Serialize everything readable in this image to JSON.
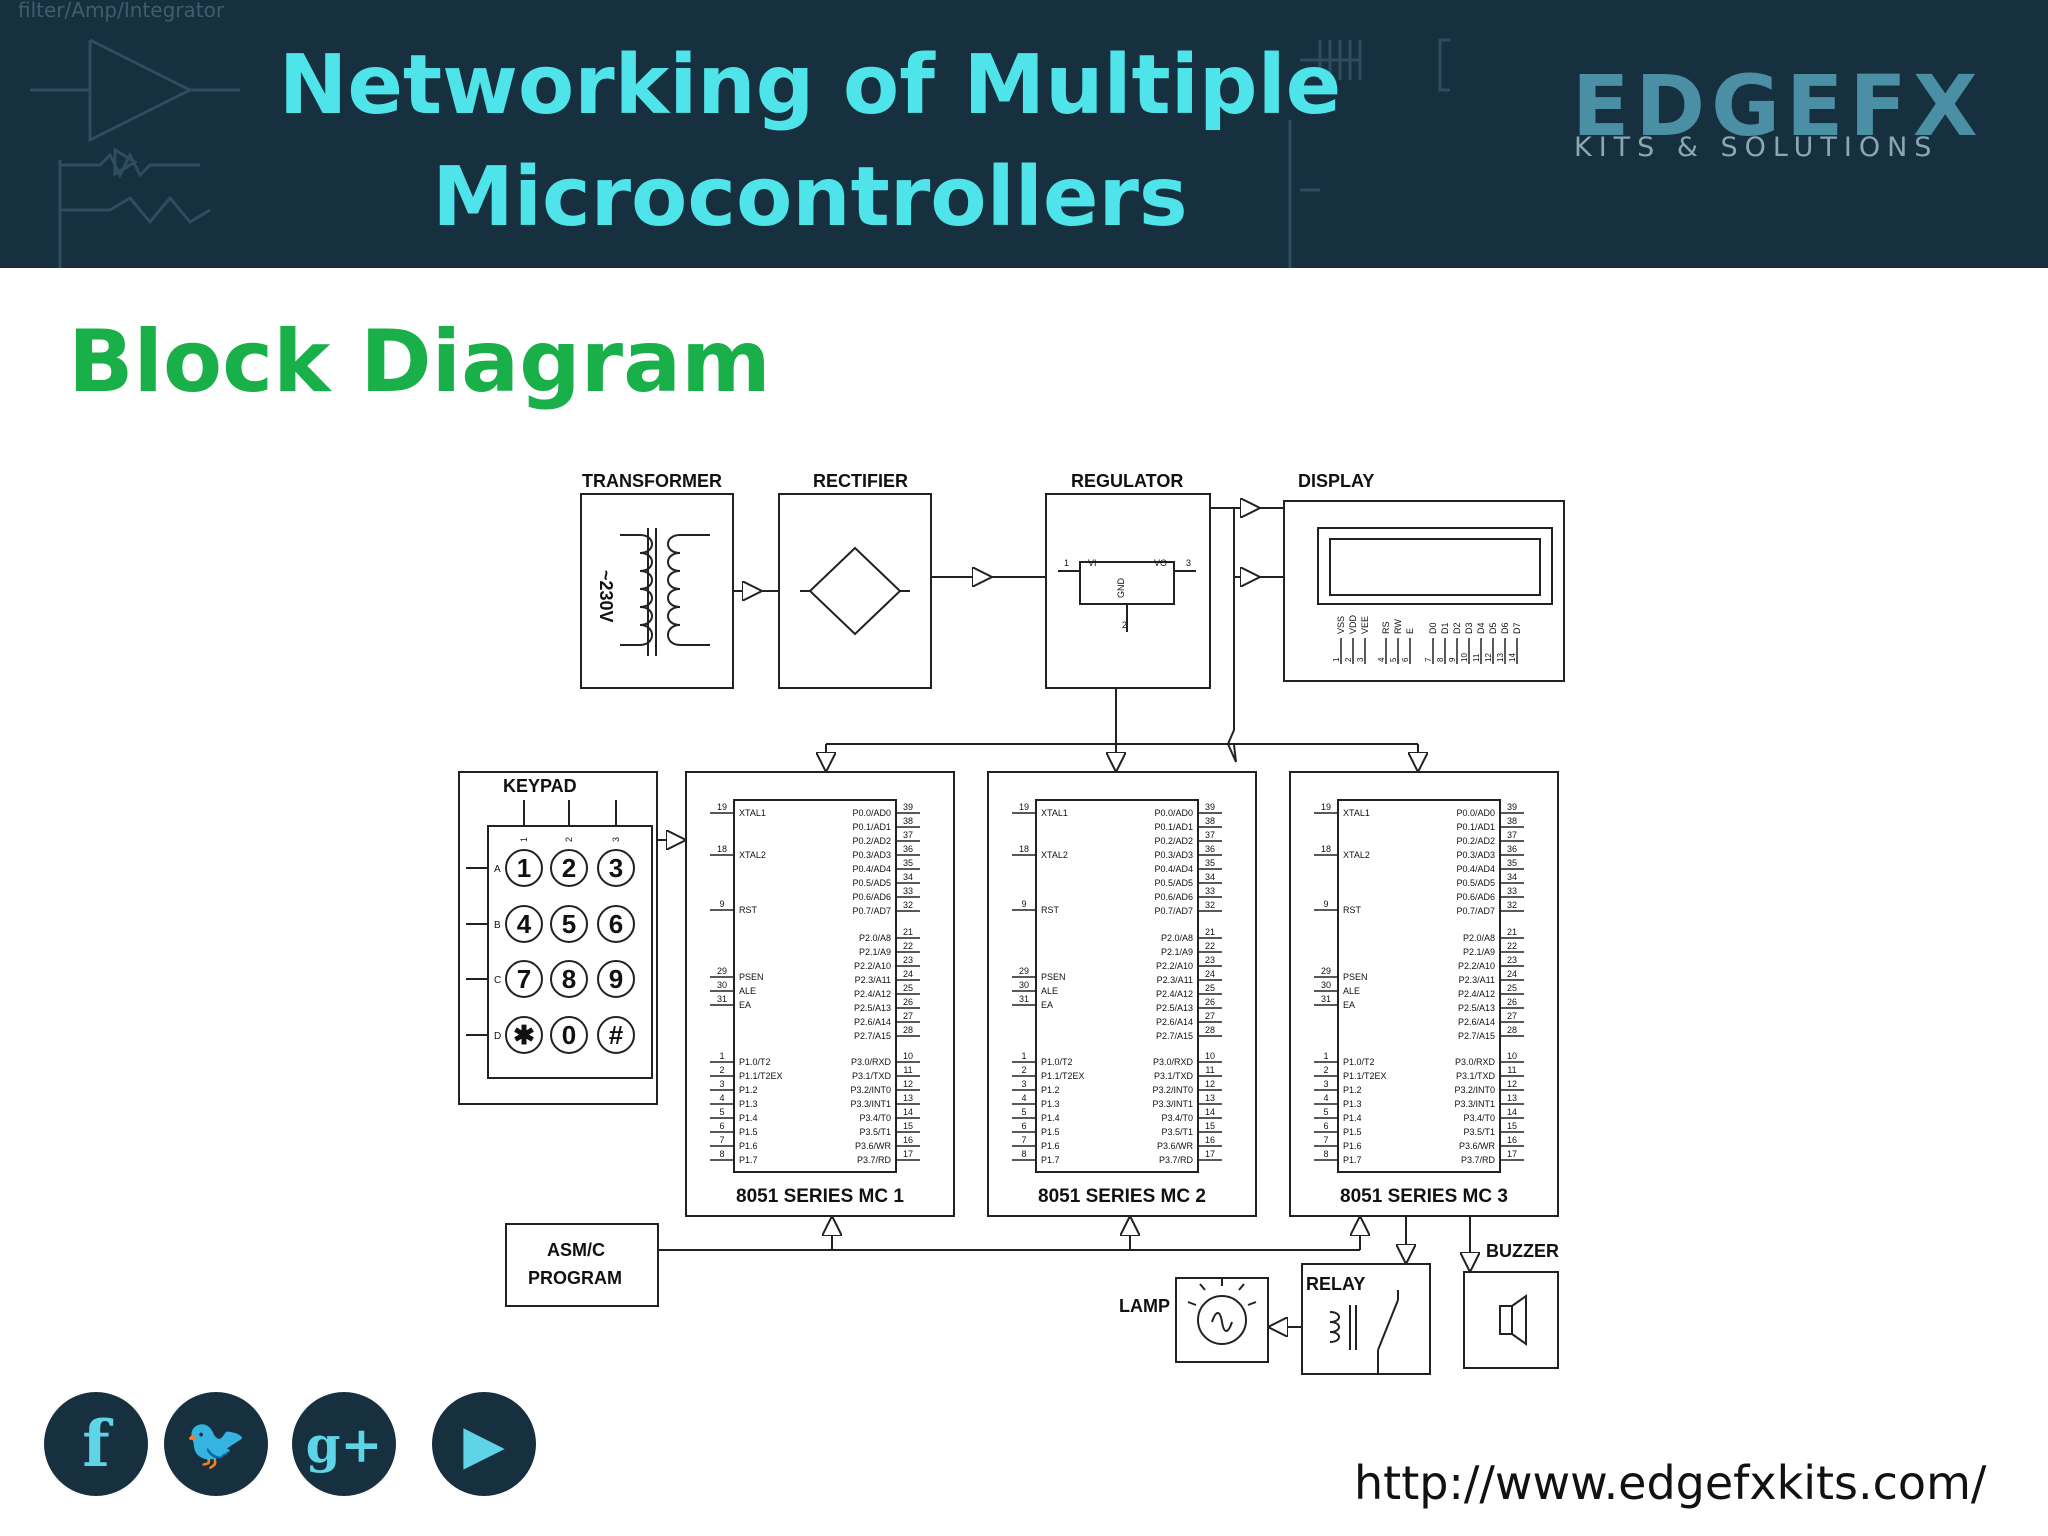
{
  "header": {
    "caption": "filter/Amp/Integrator",
    "title_line1": "Networking of Multiple",
    "title_line2": "Microcontrollers",
    "logo_main": "EDGEFX",
    "logo_sub": "KITS & SOLUTIONS"
  },
  "section_title": "Block Diagram",
  "diagram": {
    "blocks": {
      "transformer": "TRANSFORMER",
      "transformer_voltage": "~230V",
      "rectifier": "RECTIFIER",
      "regulator": "REGULATOR",
      "display": "DISPLAY",
      "keypad": "KEYPAD",
      "program_line1": "ASM/C",
      "program_line2": "PROGRAM",
      "lamp": "LAMP",
      "relay": "RELAY",
      "buzzer": "BUZZER"
    },
    "regulator_pins": {
      "vi": "VI",
      "vo": "VO",
      "gnd": "GND",
      "p1": "1",
      "p2": "2",
      "p3": "3"
    },
    "display_pin_names": [
      "VSS",
      "VDD",
      "VEE",
      "RS",
      "RW",
      "E",
      "D0",
      "D1",
      "D2",
      "D3",
      "D4",
      "D5",
      "D6",
      "D7"
    ],
    "display_pin_numbers": [
      "1",
      "2",
      "3",
      "4",
      "5",
      "6",
      "7",
      "8",
      "9",
      "10",
      "11",
      "12",
      "13",
      "14"
    ],
    "keypad_cols": [
      "1",
      "2",
      "3"
    ],
    "keypad_rows": [
      "A",
      "B",
      "C",
      "D"
    ],
    "keypad_keys": [
      "1",
      "2",
      "3",
      "4",
      "5",
      "6",
      "7",
      "8",
      "9",
      "✱",
      "0",
      "#"
    ],
    "mc_labels": [
      "8051 SERIES MC 1",
      "8051 SERIES MC 2",
      "8051 SERIES MC 3"
    ],
    "mc_left_pins": [
      {
        "num": "19",
        "name": "XTAL1"
      },
      {
        "num": "18",
        "name": "XTAL2"
      },
      {
        "num": "9",
        "name": "RST"
      },
      {
        "num": "29",
        "name": "PSEN"
      },
      {
        "num": "30",
        "name": "ALE"
      },
      {
        "num": "31",
        "name": "EA"
      },
      {
        "num": "1",
        "name": "P1.0/T2"
      },
      {
        "num": "2",
        "name": "P1.1/T2EX"
      },
      {
        "num": "3",
        "name": "P1.2"
      },
      {
        "num": "4",
        "name": "P1.3"
      },
      {
        "num": "5",
        "name": "P1.4"
      },
      {
        "num": "6",
        "name": "P1.5"
      },
      {
        "num": "7",
        "name": "P1.6"
      },
      {
        "num": "8",
        "name": "P1.7"
      }
    ],
    "mc_right_pins": [
      {
        "num": "39",
        "name": "P0.0/AD0"
      },
      {
        "num": "38",
        "name": "P0.1/AD1"
      },
      {
        "num": "37",
        "name": "P0.2/AD2"
      },
      {
        "num": "36",
        "name": "P0.3/AD3"
      },
      {
        "num": "35",
        "name": "P0.4/AD4"
      },
      {
        "num": "34",
        "name": "P0.5/AD5"
      },
      {
        "num": "33",
        "name": "P0.6/AD6"
      },
      {
        "num": "32",
        "name": "P0.7/AD7"
      },
      {
        "num": "21",
        "name": "P2.0/A8"
      },
      {
        "num": "22",
        "name": "P2.1/A9"
      },
      {
        "num": "23",
        "name": "P2.2/A10"
      },
      {
        "num": "24",
        "name": "P2.3/A11"
      },
      {
        "num": "25",
        "name": "P2.4/A12"
      },
      {
        "num": "26",
        "name": "P2.5/A13"
      },
      {
        "num": "27",
        "name": "P2.6/A14"
      },
      {
        "num": "28",
        "name": "P2.7/A15"
      },
      {
        "num": "10",
        "name": "P3.0/RXD"
      },
      {
        "num": "11",
        "name": "P3.1/TXD"
      },
      {
        "num": "12",
        "name": "P3.2/INT0"
      },
      {
        "num": "13",
        "name": "P3.3/INT1"
      },
      {
        "num": "14",
        "name": "P3.4/T0"
      },
      {
        "num": "15",
        "name": "P3.5/T1"
      },
      {
        "num": "16",
        "name": "P3.6/WR"
      },
      {
        "num": "17",
        "name": "P3.7/RD"
      }
    ]
  },
  "social": [
    {
      "icon": "facebook-icon",
      "glyph": "f"
    },
    {
      "icon": "twitter-icon",
      "glyph": "🐦"
    },
    {
      "icon": "google-plus-icon",
      "glyph": "g+"
    },
    {
      "icon": "play-icon",
      "glyph": "▶"
    }
  ],
  "footer_url": "http://www.edgefxkits.com/",
  "colors": {
    "header_bg": "#17303f",
    "title": "#4fe3ea",
    "section_title": "#19b04a",
    "logo": "#4a8fa3"
  }
}
